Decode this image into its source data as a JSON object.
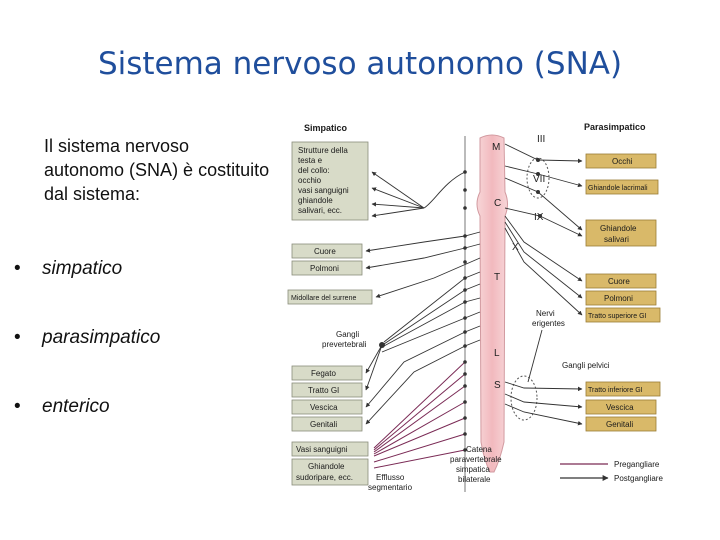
{
  "slide": {
    "title": "Sistema nervoso autonomo (SNA)",
    "intro": "Il sistema nervoso autonomo (SNA) è costituito dal sistema:",
    "bullets": [
      "simpatico",
      "parasimpatico",
      "enterico"
    ]
  },
  "figure": {
    "simpatico_header": "Simpatico",
    "parasimpatico_header": "Parasimpatico",
    "left_boxes": {
      "strutture": [
        "Strutture della",
        "testa e",
        "del collo:",
        "occhio",
        "vasi sanguigni",
        "ghiandole",
        "salivari, ecc."
      ],
      "cuore": "Cuore",
      "polmoni": "Polmoni",
      "midollare": "Midollare del surrene",
      "gangli": [
        "Gangli",
        "prevertebrali"
      ],
      "fegato": "Fegato",
      "tratto_gi": "Tratto GI",
      "vescica": "Vescica",
      "genitali": "Genitali",
      "vasi": "Vasi sanguigni",
      "ghiandole_sudoripare": [
        "Ghiandole",
        "sudoripare, ecc."
      ]
    },
    "right_boxes": {
      "occhi": "Occhi",
      "lacrimali": "Ghiandole lacrimali",
      "salivari": [
        "Ghiandole",
        "salivari"
      ],
      "cuore": "Cuore",
      "polmoni": "Polmoni",
      "tratto_sup": "Tratto superiore GI",
      "tratto_inf": "Tratto inferiore GI",
      "vescica": "Vescica",
      "genitali": "Genitali"
    },
    "cord_labels": {
      "m": "M",
      "iii": "III",
      "vii": "VII",
      "c": "C",
      "ix": "IX",
      "x": "X",
      "t": "T",
      "l": "L",
      "s": "S"
    },
    "annotations": {
      "nervi": [
        "Nervi",
        "erigentes"
      ],
      "gangli_pelvici": "Gangli pelvici",
      "catena": [
        "Catena",
        "paravertebrale",
        "simpatica",
        "bilaterale"
      ],
      "efflusso": [
        "Efflusso",
        "segmentario"
      ]
    },
    "legend": {
      "pre": "Pregangliare",
      "post": "Postgangliare"
    },
    "colors": {
      "title": "#1f4e9c",
      "left_box": "#d8dbc8",
      "right_box": "#d9b969",
      "cord": "#f4c8cc"
    }
  }
}
